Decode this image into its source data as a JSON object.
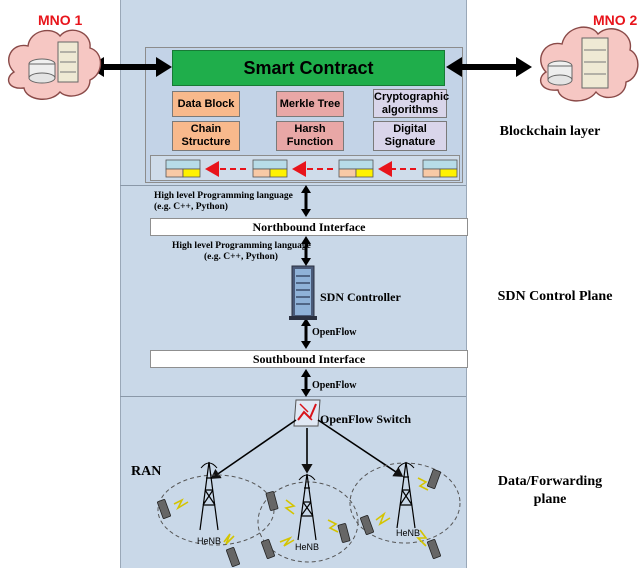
{
  "mno_left": "MNO 1",
  "mno_right": "MNO 2",
  "blockchain": {
    "smart_contract": "Smart Contract",
    "data_block": "Data Block",
    "chain_structure": "Chain Structure",
    "merkle_tree": "Merkle Tree",
    "harsh_function": "Harsh Function",
    "crypto_algorithms": "Cryptographic algorithms",
    "digital_signature": "Digital Signature",
    "layer_label": "Blockchain layer"
  },
  "sdn": {
    "hl_lang_1_line1": "High level Programming language",
    "hl_lang_1_line2": "(e.g. C++, Python)",
    "northbound": "Northbound Interface",
    "hl_lang_2_line1": "High level Programming language",
    "hl_lang_2_line2": "(e.g. C++, Python)",
    "controller": "SDN Controller",
    "openflow_1": "OpenFlow",
    "southbound": "Southbound Interface",
    "layer_label": "SDN Control Plane"
  },
  "data_plane": {
    "openflow_2": "OpenFlow",
    "switch": "OpenFlow Switch",
    "ran": "RAN",
    "henb_1": "HeNB",
    "henb_2": "HeNB",
    "henb_3": "HeNB",
    "layer_label_line1": "Data/Forwarding",
    "layer_label_line2": "plane"
  },
  "colors": {
    "panel_bg": "#c9d8e8",
    "smart_contract_green": "#1fae4b",
    "mno_red": "#e8141b",
    "arrow_red": "#e8141b"
  }
}
